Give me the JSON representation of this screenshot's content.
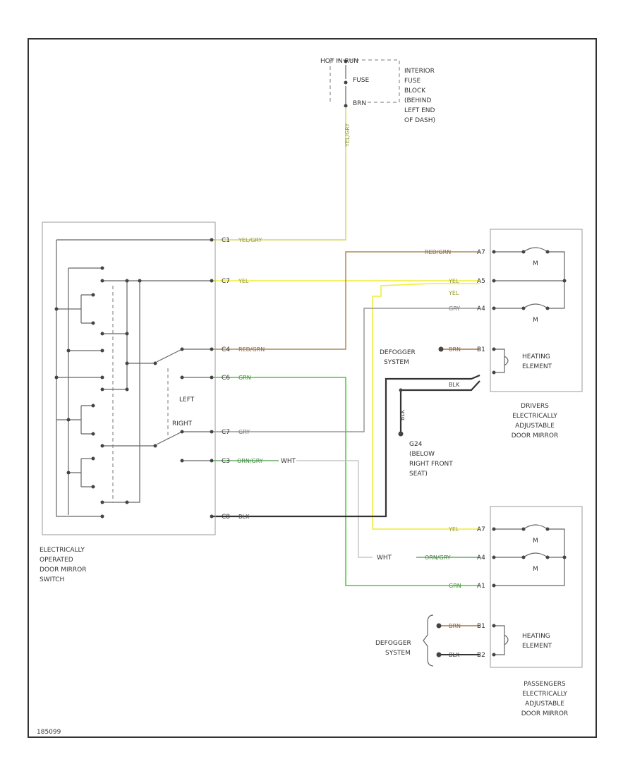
{
  "colors": {
    "yel_blk": "#d8d860",
    "yel": "#eeee30",
    "red_grn": "#b08a58",
    "grn": "#44cc33",
    "gry": "#999999",
    "blk": "#333333",
    "orn_gry": "#66aa66",
    "wht": "#bbbbbb",
    "brn": "#aa7744"
  },
  "fuse_block": {
    "hot_label": "HOT IN RUN",
    "fuse_label": "FUSE",
    "wire_label": "BRN",
    "description": [
      "INTERIOR",
      "FUSE",
      "BLOCK",
      "(BEHIND",
      "LEFT END",
      "OF DASH)"
    ]
  },
  "switch": {
    "name_lines": [
      "ELECTRICALLY",
      "OPERATED",
      "DOOR MIRROR",
      "SWITCH"
    ],
    "left_label": "LEFT",
    "right_label": "RIGHT",
    "pins": [
      {
        "pin": "C1",
        "wire": "YEL/GRY"
      },
      {
        "pin": "C7",
        "wire": "YEL"
      },
      {
        "pin": "C4",
        "wire": "RED/GRN"
      },
      {
        "pin": "C6",
        "wire": "GRN"
      },
      {
        "pin": "C7",
        "wire": "GRY"
      },
      {
        "pin": "C3",
        "wire": "ORN/GRY"
      },
      {
        "pin": "C8",
        "wire": "BLK"
      }
    ],
    "wht_label": "WHT"
  },
  "fuse_wire_label": "YEL/GRY",
  "driver_mirror": {
    "name_lines": [
      "DRIVERS",
      "ELECTRICALLY",
      "ADJUSTABLE",
      "DOOR MIRROR"
    ],
    "wires": [
      {
        "wire": "RED/GRN",
        "pin": "A7"
      },
      {
        "wire": "YEL",
        "pin": "A5"
      },
      {
        "wire": "GRY",
        "pin": "A4"
      }
    ],
    "yel_label": "YEL",
    "motor_label": "M",
    "defogger_label": [
      "DEFOGGER",
      "SYSTEM"
    ],
    "defogger_wires": [
      {
        "wire": "BRN",
        "pin": "B1"
      },
      {
        "wire": "BLK",
        "pin": ""
      }
    ],
    "element_label": [
      "HEATING",
      "ELEMENT"
    ]
  },
  "ground": {
    "wire": "BLK",
    "name_lines": [
      "G24",
      "(BELOW",
      "RIGHT FRONT",
      "SEAT)"
    ]
  },
  "passenger_mirror": {
    "name_lines": [
      "PASSENGERS",
      "ELECTRICALLY",
      "ADJUSTABLE",
      "DOOR MIRROR"
    ],
    "wires": [
      {
        "wire": "YEL",
        "pin": "A7"
      },
      {
        "wire": "ORN/GRY",
        "pin": "A4"
      },
      {
        "wire": "GRN",
        "pin": "A1"
      }
    ],
    "wht_label": "WHT",
    "motor_label": "M",
    "defogger_label": [
      "DEFOGGER",
      "SYSTEM"
    ],
    "defogger_wires": [
      {
        "wire": "BRN",
        "pin": "B1"
      },
      {
        "wire": "BLK",
        "pin": "B2"
      }
    ],
    "element_label": [
      "HEATING",
      "ELEMENT"
    ]
  },
  "figure_code": "185099"
}
